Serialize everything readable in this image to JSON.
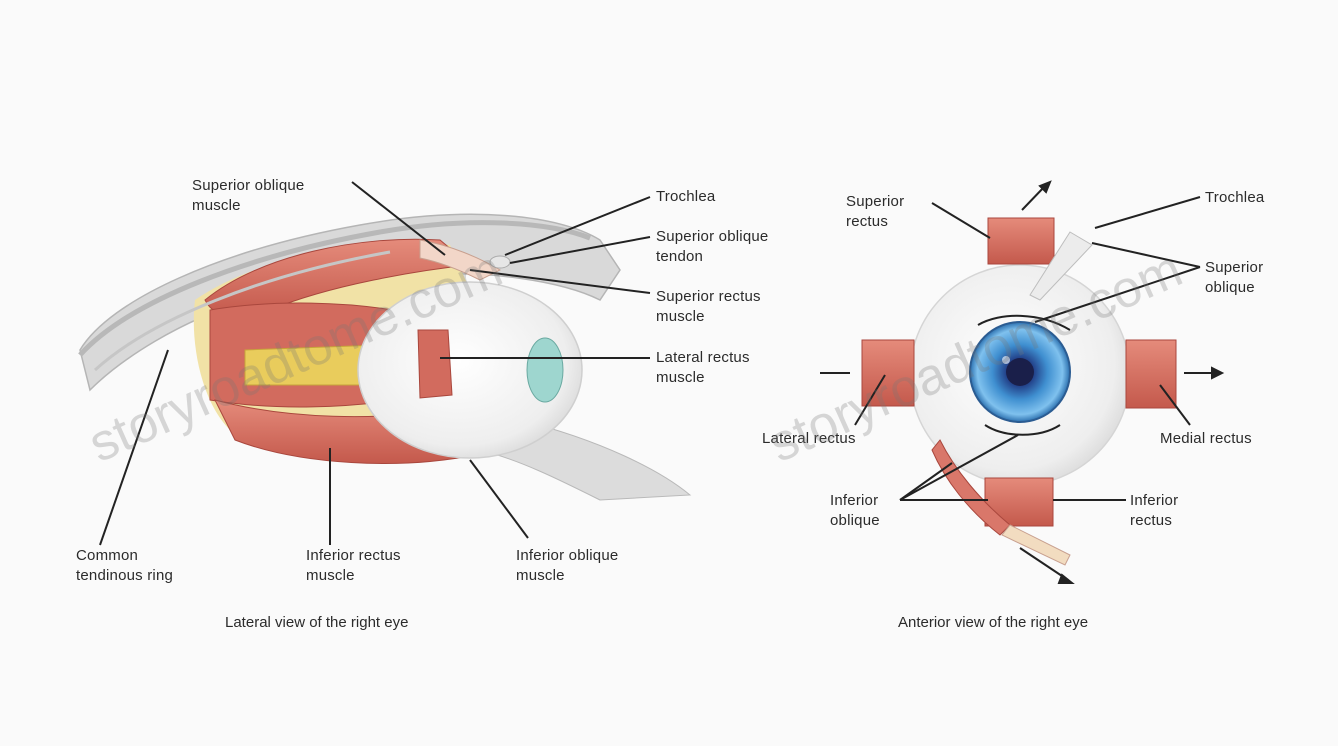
{
  "lateral": {
    "caption": "Lateral view of the right eye",
    "labels": {
      "superior_oblique_muscle": [
        "Superior oblique",
        "muscle"
      ],
      "trochlea": [
        "Trochlea"
      ],
      "superior_oblique_tendon": [
        "Superior oblique",
        "tendon"
      ],
      "superior_rectus_muscle": [
        "Superior rectus",
        "muscle"
      ],
      "lateral_rectus_muscle": [
        "Lateral rectus",
        "muscle"
      ],
      "common_tendinous_ring": [
        "Common",
        "tendinous ring"
      ],
      "inferior_rectus_muscle": [
        "Inferior rectus",
        "muscle"
      ],
      "inferior_oblique_muscle": [
        "Inferior oblique",
        "muscle"
      ]
    }
  },
  "anterior": {
    "caption": "Anterior view of the right eye",
    "labels": {
      "superior_rectus": [
        "Superior",
        "rectus"
      ],
      "trochlea": [
        "Trochlea"
      ],
      "superior_oblique": [
        "Superior",
        "oblique"
      ],
      "lateral_rectus": [
        "Lateral rectus"
      ],
      "medial_rectus": [
        "Medial rectus"
      ],
      "inferior_oblique": [
        "Inferior",
        "oblique"
      ],
      "inferior_rectus": [
        "Inferior",
        "rectus"
      ]
    }
  },
  "watermark": "storyroadtome.com",
  "colors": {
    "muscle": "#d9776a",
    "muscle_dark": "#b9544a",
    "nerve": "#e8c95a",
    "sclera": "#f4f4f4",
    "iris": "#3f8fd0",
    "pupil": "#1a2a5a",
    "line": "#222222"
  }
}
